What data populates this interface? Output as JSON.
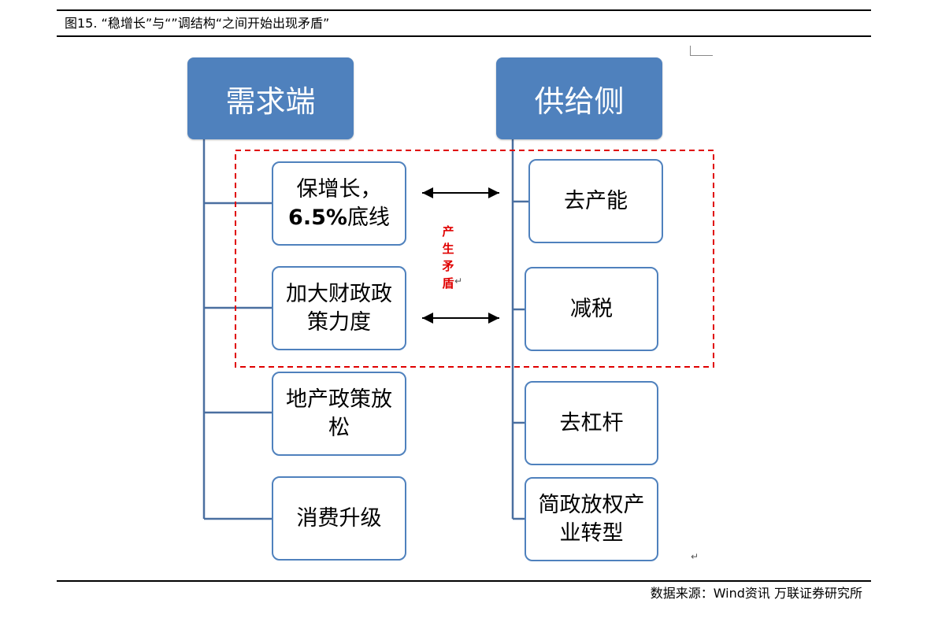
{
  "figure": {
    "title": "图15.  “稳增长”与“”调结构“之间开始出现矛盾”",
    "source": "数据来源：Wind资讯 万联证券研究所"
  },
  "diagram": {
    "demand_header": "需求端",
    "supply_header": "供给侧",
    "conflict_label": "产生矛盾",
    "paragraph_mark": "↵",
    "demand_items": [
      {
        "line1": "保增长，",
        "line2": "6.5%底线",
        "line2_bold_part": "6.5%"
      },
      {
        "line1": "加大财政政",
        "line2": "策力度"
      },
      {
        "line1": "地产政策放",
        "line2": "松"
      },
      {
        "line1": "消费升级",
        "line2": ""
      }
    ],
    "supply_items": [
      {
        "line1": "去产能",
        "line2": ""
      },
      {
        "line1": "减税",
        "line2": ""
      },
      {
        "line1": "去杠杆",
        "line2": ""
      },
      {
        "line1": "简政放权产",
        "line2": "业转型"
      }
    ],
    "colors": {
      "header_fill": "#4f81bd",
      "box_border": "#4f81bd",
      "connector": "#4a6fa0",
      "dashed_frame": "#e00000",
      "label_red": "#e00000"
    }
  }
}
